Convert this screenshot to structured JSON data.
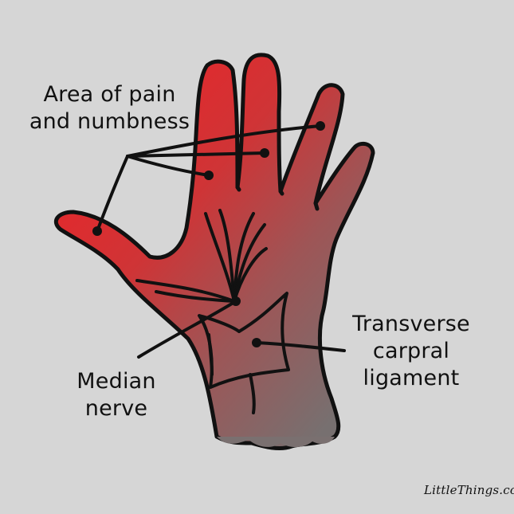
{
  "labels": {
    "pain_line1": "Area of pain",
    "pain_line2": "and numbness",
    "median_line1": "Median",
    "median_line2": "nerve",
    "ligament_line1": "Transverse",
    "ligament_line2": "carpral",
    "ligament_line3": "ligament"
  },
  "watermark": "LittleThings.com",
  "colors": {
    "background": "#d6d6d6",
    "pain_red": "#e8262a",
    "hand_gray": "#7a7070",
    "outline": "#111111"
  }
}
